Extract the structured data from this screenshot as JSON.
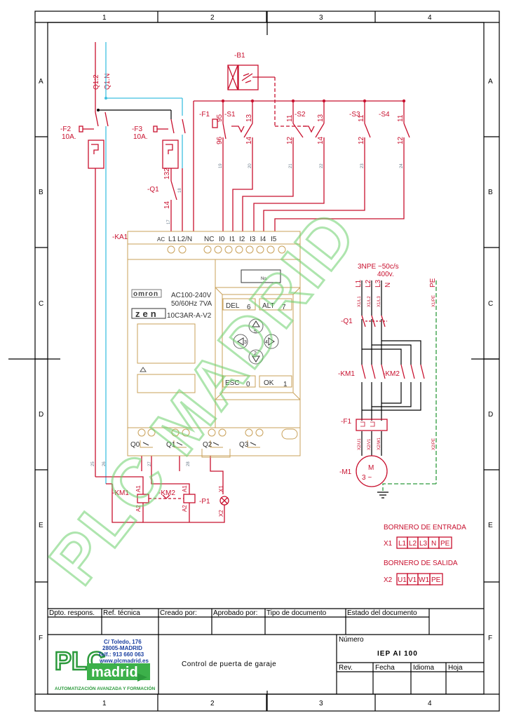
{
  "frame": {
    "columns": [
      "1",
      "2",
      "3",
      "4"
    ],
    "rows": [
      "A",
      "B",
      "C",
      "D",
      "E",
      "F"
    ]
  },
  "schematic": {
    "supply": {
      "q1_2": "Q1:2",
      "q1_n": "Q1:N"
    },
    "fuses": {
      "f2": "-F2",
      "f2_rating": "10A.",
      "f3": "-F3",
      "f3_rating": "10A."
    },
    "q1": "-Q1",
    "q1_terms": {
      "t13": "13",
      "t2": "2",
      "t14": "14"
    },
    "ka1": "-KA1",
    "b1": "-B1",
    "inputs": {
      "f1": "-F1",
      "s1": "-S1",
      "s2": "-S2",
      "s3": "-S3",
      "s4": "-S4",
      "t95": "95",
      "t96": "96",
      "t13": "13",
      "t14": "14",
      "t11": "11",
      "t12": "12"
    },
    "wires": [
      "19",
      "20",
      "21",
      "22",
      "23",
      "24",
      "17",
      "18",
      "25",
      "27",
      "28",
      "26"
    ],
    "plc_terminals": [
      "AC",
      "L1",
      "L2/N",
      "NC",
      "I0",
      "I1",
      "I2",
      "I3",
      "I4",
      "I5"
    ],
    "plc_outputs": [
      "Q0",
      "Q1",
      "Q2",
      "Q3"
    ],
    "plc": {
      "brand": "omron",
      "voltage": "AC100-240V",
      "freq": "50/60Hz 7VA",
      "logo": "zen",
      "model": "10C3AR-A-V2",
      "tab": "No.",
      "keys": {
        "del": "DEL",
        "del_n": "6",
        "alt": "ALT",
        "alt_n": "7",
        "esc": "ESC",
        "esc_n": "0",
        "ok": "OK",
        "ok_n": "1",
        "up": "5",
        "left": "3",
        "right": "4",
        "down": "2"
      }
    },
    "coils": {
      "km1": "-KM1",
      "km2": "-KM2",
      "p1": "-P1",
      "a1": "A1",
      "a2": "A2",
      "x1": "X1",
      "x2": "X2"
    },
    "power": {
      "supply": "3NPE ~50c/s",
      "voltage": "400v.",
      "phases": [
        "L1",
        "L2",
        "L3",
        "N",
        "PE"
      ],
      "x1_terms": [
        "X1/L1",
        "X1/L2",
        "X1/L3",
        "X1/PE"
      ],
      "q1": "-Q1",
      "km1": "-KM1",
      "km2": "-KM2",
      "f1": "-F1",
      "m1": "-M1",
      "x2_terms": [
        "X2/U1",
        "X2/V1",
        "X2/W1",
        "X2/PE"
      ],
      "motor_m": "M",
      "motor_3": "3 ~",
      "u1": "U1",
      "v1": "V1",
      "w1": "W1"
    }
  },
  "borneros": {
    "input_title": "BORNERO DE ENTRADA",
    "input_label": "X1",
    "input_terms": [
      "L1",
      "L2",
      "L3",
      "N",
      "PE"
    ],
    "output_title": "BORNERO DE SALIDA",
    "output_label": "X2",
    "output_terms": [
      "U1",
      "V1",
      "W1",
      "PE"
    ]
  },
  "watermark": "PLC MADRID",
  "titleblock": {
    "headers": [
      "Dpto. respons.",
      "Ref. técnica",
      "Creado por:",
      "Aprobado por:",
      "Tipo de documento",
      "Estado del documento"
    ],
    "company": {
      "address1": "C/ Toledo, 176",
      "address2": "28005-MADRID",
      "phone": "Telf.: 913 660 063",
      "web": "www.plcmadrid.es",
      "logo_letters": "PLC",
      "logo_word": "madrid",
      "tagline": "AUTOMATIZACIÓN AVANZADA Y FORMACIÓN"
    },
    "title": "Control de puerta de garaje",
    "numero_label": "Número",
    "numero": "IEP AI 100",
    "rev": "Rev.",
    "fecha": "Fecha",
    "idioma": "Idioma",
    "hoja": "Hoja"
  }
}
